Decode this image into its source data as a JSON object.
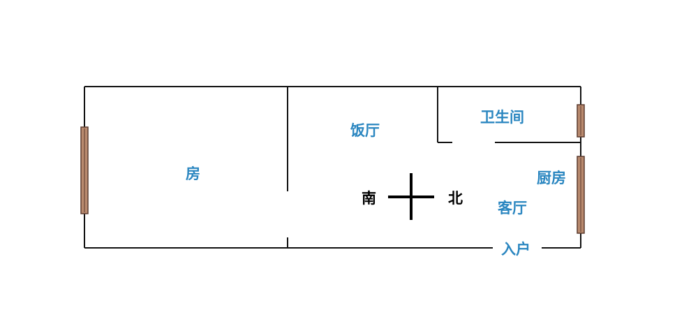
{
  "colors": {
    "wall": "#111111",
    "room_label": "#2a86c0",
    "compass": "#000000",
    "window_frame": "#5a3a2e",
    "window_fill": "#b98a6e",
    "background": "#ffffff"
  },
  "rooms": {
    "bedroom": "房",
    "dining": "饭厅",
    "bathroom": "卫生间",
    "kitchen": "厨房",
    "living": "客厅",
    "entrance": "入户"
  },
  "compass": {
    "south": "南",
    "north": "北"
  }
}
